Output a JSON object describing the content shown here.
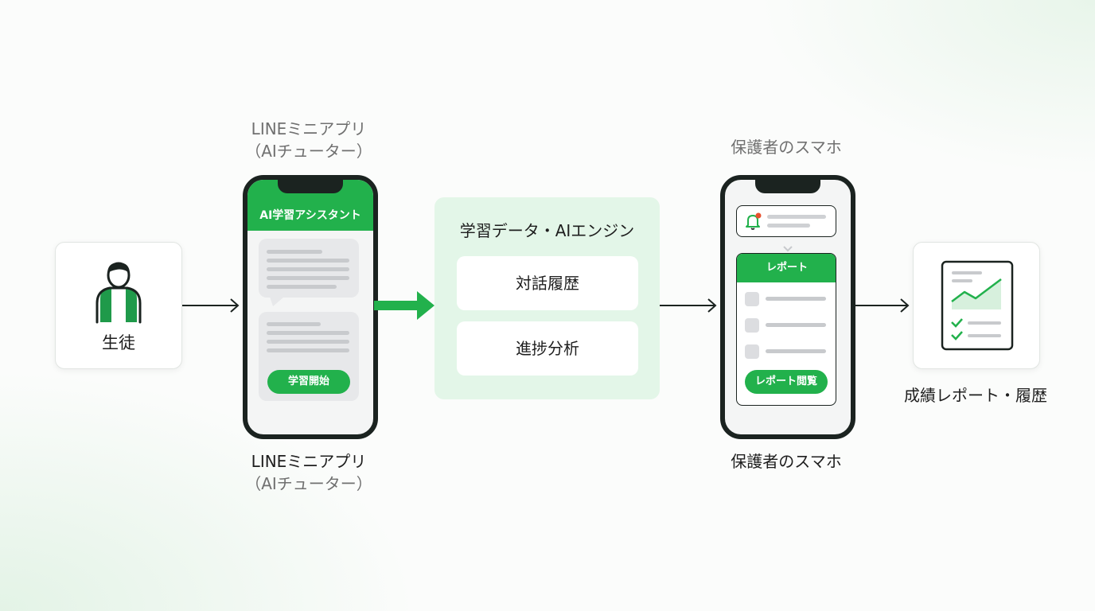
{
  "student": {
    "label": "生徒"
  },
  "tutor_app": {
    "caption_top_line1": "LINEミニアプリ",
    "caption_top_line2": "（AIチューター）",
    "header": "AI学習アシスタント",
    "start_button": "学習開始",
    "caption_bottom_line1": "LINEミニアプリ",
    "caption_bottom_line2": "（AIチューター）"
  },
  "engine": {
    "title": "学習データ・AIエンジン",
    "items": [
      "対話履歴",
      "進捗分析"
    ]
  },
  "parent_phone": {
    "caption_top": "保護者のスマホ",
    "report_header": "レポート",
    "view_button": "レポート閲覧",
    "caption_bottom": "保護者のスマホ"
  },
  "report_output": {
    "label": "成績レポート・履歴"
  },
  "colors": {
    "brand_green": "#22b14c",
    "engine_bg": "#e3f6e8",
    "phone_frame": "#1b2320",
    "notification_dot": "#e8502e"
  }
}
